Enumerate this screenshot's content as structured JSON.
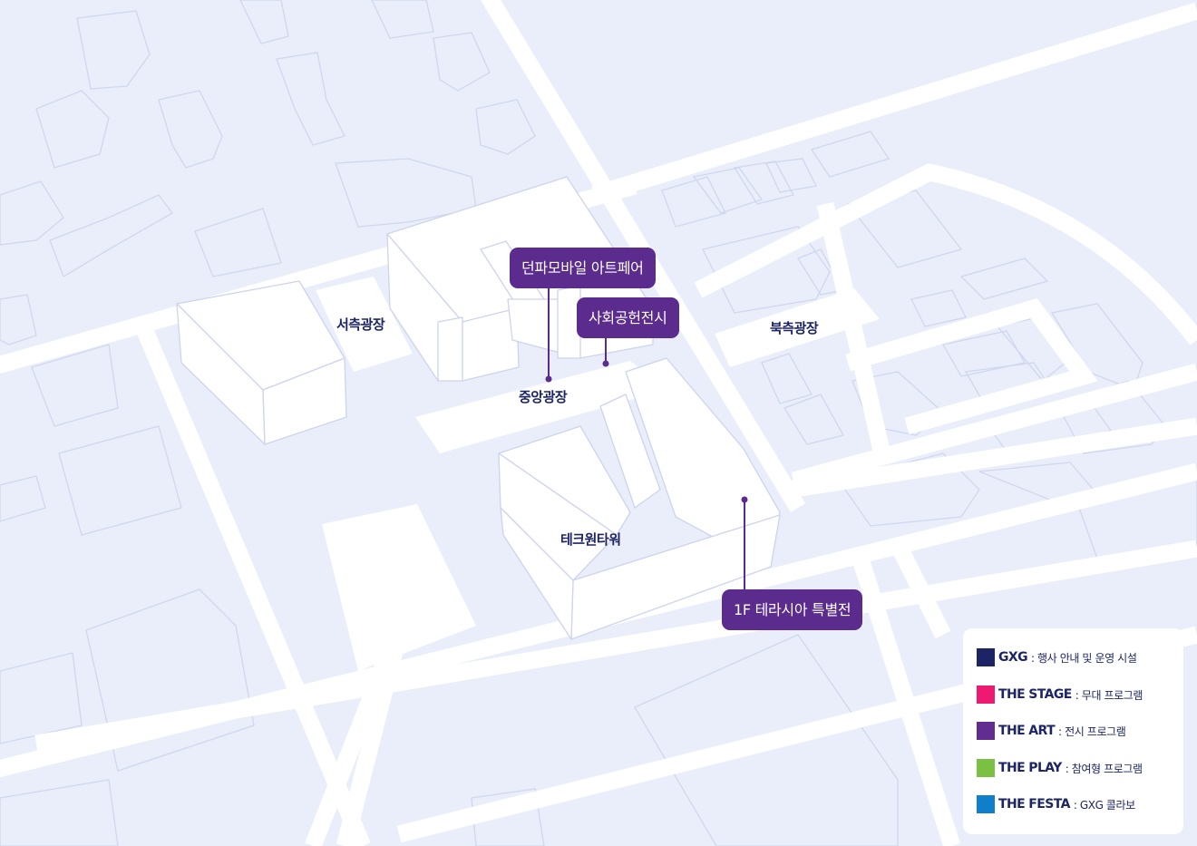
{
  "plazas": {
    "west": "서측광장",
    "central": "중앙광장",
    "north": "북측광장",
    "tower": "테크원타워"
  },
  "callouts": {
    "dunpa": "던파모바일 아트페어",
    "social": "사회공헌전시",
    "terrasia": "1F 테라시아 특별전"
  },
  "legend": {
    "items": [
      {
        "name": "GXG",
        "desc": ": 행사 안내 및 운영 시설",
        "color": "#1c2466"
      },
      {
        "name": "THE STAGE",
        "desc": ": 무대 프로그램",
        "color": "#ee1a72"
      },
      {
        "name": "THE ART",
        "desc": ": 전시 프로그램",
        "color": "#612d91"
      },
      {
        "name": "THE PLAY",
        "desc": ": 참여형 프로그램",
        "color": "#7ac143"
      },
      {
        "name": "THE FESTA",
        "desc": ": GXG 콜라보",
        "color": "#0f7fcb"
      }
    ]
  },
  "colors": {
    "background": "#e9eefa",
    "road": "#ffffff",
    "outline": "#cdd4ec",
    "callout": "#5b2b8e",
    "label": "#1d2566"
  }
}
